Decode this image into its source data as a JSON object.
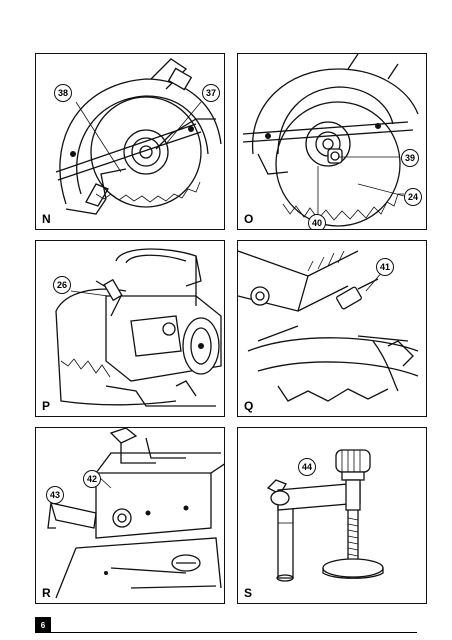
{
  "page_number": "6",
  "panels": [
    {
      "id": "N",
      "label": "N",
      "callouts": [
        "38",
        "37"
      ]
    },
    {
      "id": "O",
      "label": "O",
      "callouts": [
        "39",
        "24",
        "40"
      ]
    },
    {
      "id": "P",
      "label": "P",
      "callouts": [
        "26"
      ]
    },
    {
      "id": "Q",
      "label": "Q",
      "callouts": [
        "41"
      ]
    },
    {
      "id": "R",
      "label": "R",
      "callouts": [
        "42",
        "43"
      ]
    },
    {
      "id": "S",
      "label": "S",
      "callouts": [
        "44"
      ]
    }
  ]
}
